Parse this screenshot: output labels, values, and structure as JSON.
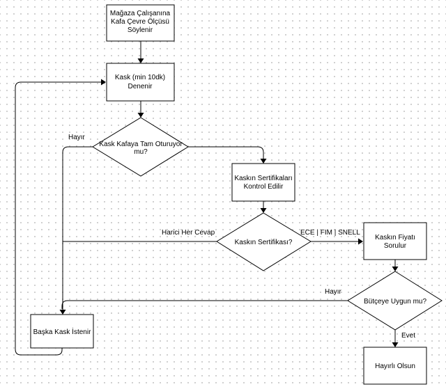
{
  "nodes": {
    "start": [
      "Mağaza Çalışanına",
      "Kafa Çevre Ölçüsü",
      "Söylenir"
    ],
    "try_helmet": [
      "Kask (min 10dk)",
      "Denenir"
    ],
    "fit_check": [
      "Kask Kafaya Tam Oturuyor",
      "mu?"
    ],
    "cert_check_process": [
      "Kaskın Sertifikaları",
      "Kontrol Edilir"
    ],
    "cert_decision": [
      "Kaskın Sertifikası?"
    ],
    "price_ask": [
      "Kaskın Fiyatı",
      "Sorulur"
    ],
    "budget_check": [
      "Bütçeye Uygun mu?"
    ],
    "other_helmet": [
      "Başka Kask İstenir"
    ],
    "good_luck": [
      "Hayırlı Olsun"
    ]
  },
  "edge_labels": {
    "fit_no": "Hayır",
    "cert_other": "Harici Her Cevap",
    "cert_ok": "ECE | FIM | SNELL",
    "budget_no": "Hayır",
    "budget_yes": "Evet"
  }
}
